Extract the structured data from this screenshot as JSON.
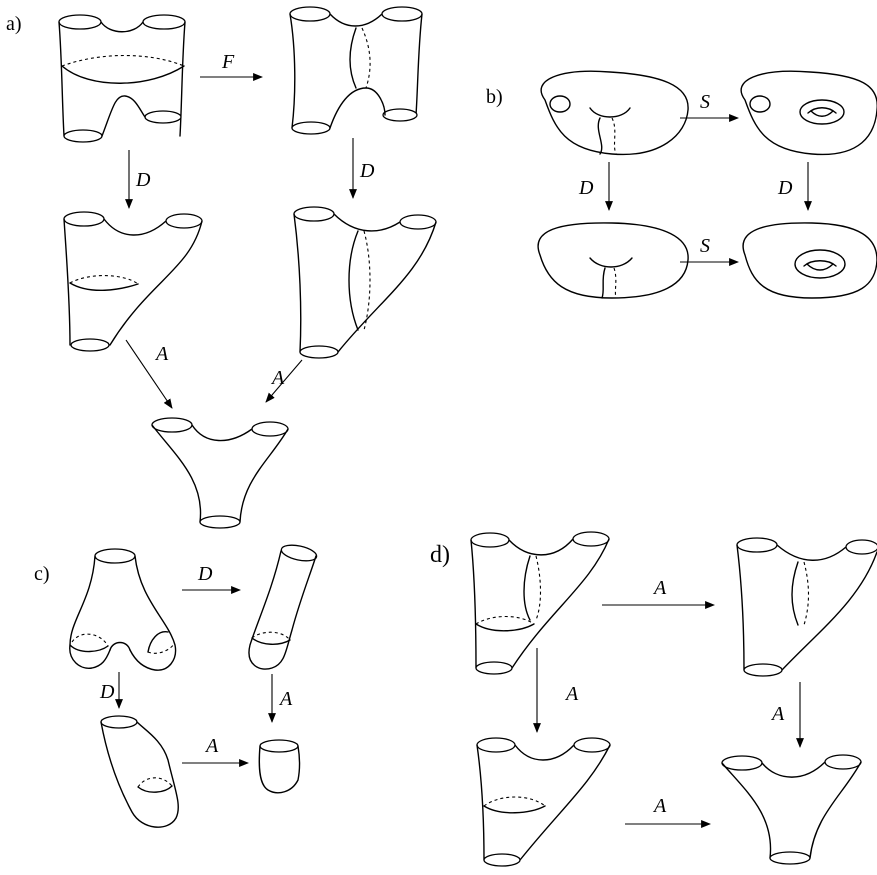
{
  "panels": {
    "a": {
      "panel_label": "a)",
      "arrow_labels": {
        "f": "F",
        "d_left": "D",
        "d_right": "D",
        "a_left": "A",
        "a_right": "A"
      }
    },
    "b": {
      "panel_label": "b)",
      "arrow_labels": {
        "s_top": "S",
        "d_left": "D",
        "d_right": "D",
        "s_bottom": "S"
      }
    },
    "c": {
      "panel_label": "c)",
      "arrow_labels": {
        "d_top": "D",
        "d_left": "D",
        "a_right": "A",
        "a_bottom": "A"
      }
    },
    "d": {
      "panel_label": "d)",
      "arrow_labels": {
        "a_top": "A",
        "a_left": "A",
        "a_right": "A",
        "a_bottom": "A"
      }
    }
  }
}
